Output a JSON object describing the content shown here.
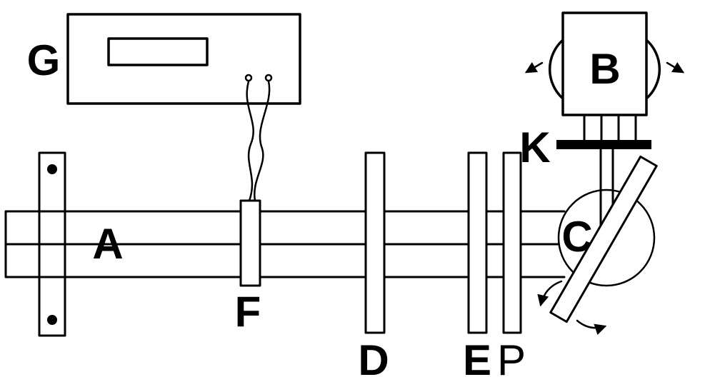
{
  "fig": {
    "background": "#ffffff",
    "line_color": "#000000",
    "labels": {
      "a": "A",
      "b": "B",
      "c": "C",
      "d": "D",
      "e": "E",
      "f": "F",
      "g": "G",
      "k": "K",
      "p": "P"
    }
  }
}
